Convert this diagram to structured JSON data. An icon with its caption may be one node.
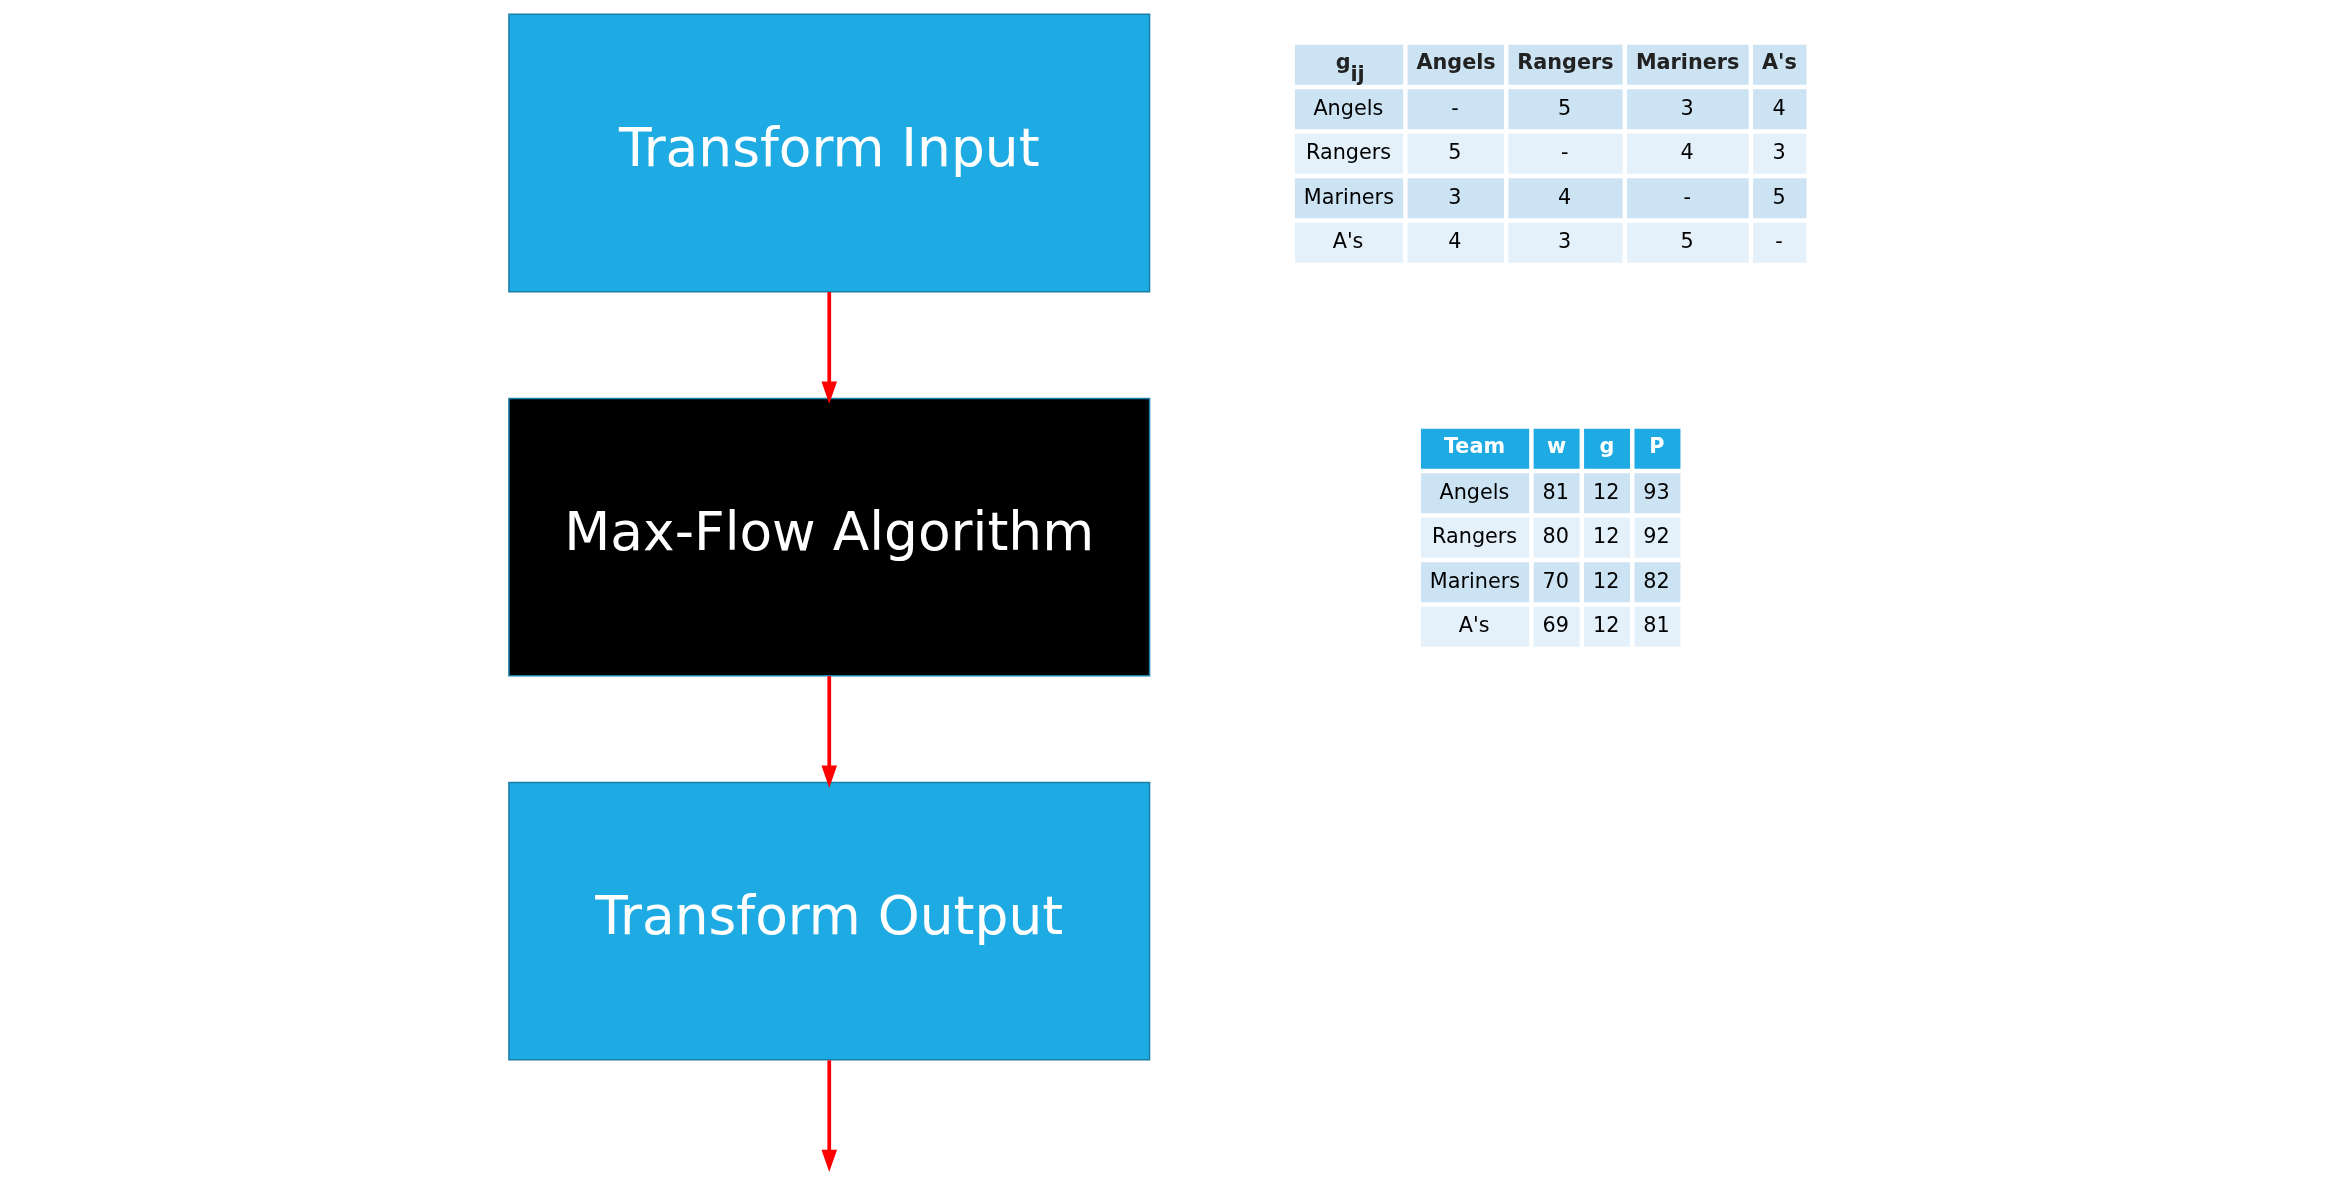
{
  "diagram": {
    "nodes": [
      {
        "text": [
          "Transform Input"
        ]
      },
      {
        "text": [
          "Max-Flow Algorithm"
        ]
      },
      {
        "text": [
          "Transform Output"
        ]
      }
    ],
    "edges": [
      {
        "from": 0,
        "to": 1,
        "arrow": "to"
      },
      {
        "from": 1,
        "to": 2,
        "arrow": "to"
      },
      {
        "from": 2,
        "to": null,
        "arrow": "to"
      }
    ],
    "labels": [
      "g$_{ij}$",
      "Angels",
      "Rangers",
      "Mariners",
      "A's",
      "Angels",
      "-",
      "5",
      "3",
      "4",
      "Rangers",
      "5",
      "-",
      "4",
      "3",
      "Mariners",
      "3",
      "4",
      "-",
      "5",
      "A's",
      "4",
      "3",
      "5",
      "-",
      "Team",
      "w",
      "g",
      "P",
      "Angels",
      "81",
      "12",
      "93",
      "Rangers",
      "80",
      "12",
      "92",
      "Mariners",
      "70",
      "12",
      "82",
      "A's",
      "69",
      "12",
      "81"
    ]
  }
}
